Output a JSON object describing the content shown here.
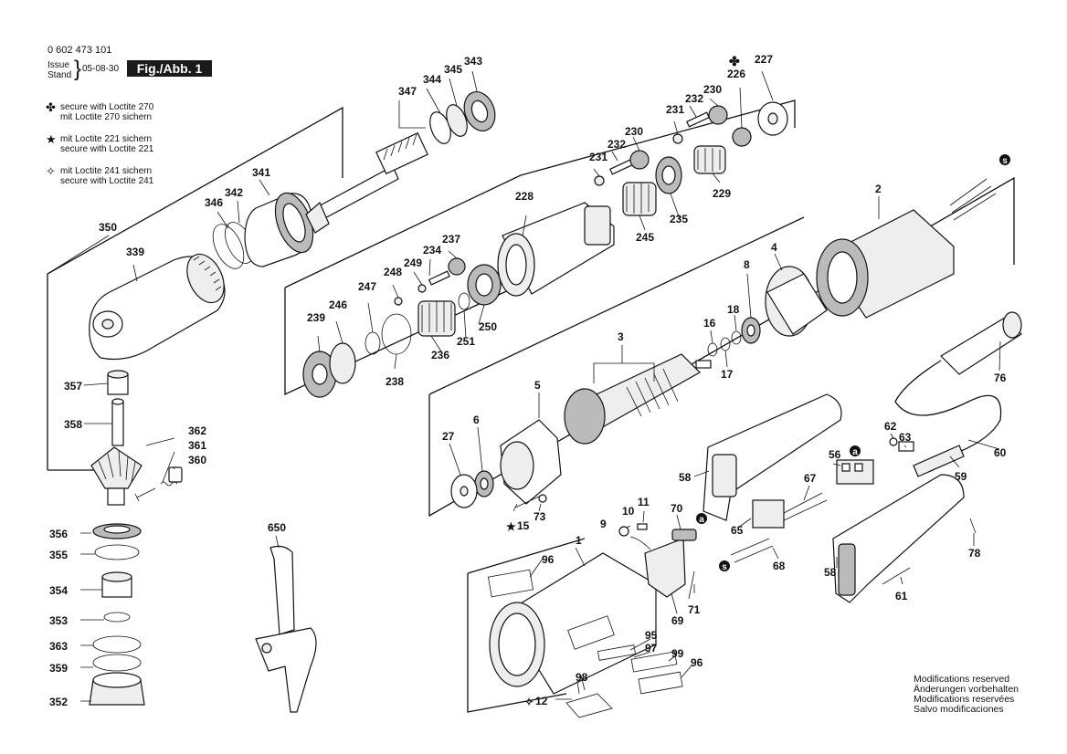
{
  "header": {
    "doc_number": "0 602 473 101",
    "issue_label": "Issue",
    "stand_label": "Stand",
    "issue_date": "05-08-30",
    "figure_label": "Fig./Abb. 1"
  },
  "legend": [
    {
      "icon": "clover-icon",
      "symbol": "✤",
      "line1": "secure with Loctite 270",
      "line2": "mit Loctite 270 sichern"
    },
    {
      "icon": "star-icon",
      "symbol": "★",
      "line1": "mit Loctite 221 sichern",
      "line2": "secure with Loctite 221"
    },
    {
      "icon": "outline-star-icon",
      "symbol": "✧",
      "line1": "mit Loctite 241 sichern",
      "line2": "secure with Loctite 241"
    }
  ],
  "modifications": [
    "Modifications reserved",
    "Änderungen vorbehalten",
    "Modifications reservées",
    "Salvo modificaciones"
  ],
  "part_numbers": {
    "p350": "350",
    "p339": "339",
    "p346": "346",
    "p342": "342",
    "p341": "341",
    "p347": "347",
    "p344": "344",
    "p345": "345",
    "p343": "343",
    "p357": "357",
    "p358": "358",
    "p362": "362",
    "p361": "361",
    "p360": "360",
    "p356": "356",
    "p355": "355",
    "p354": "354",
    "p353": "353",
    "p363": "363",
    "p359": "359",
    "p352": "352",
    "p650": "650",
    "p239": "239",
    "p246": "246",
    "p247": "247",
    "p248": "248",
    "p249": "249",
    "p234": "234",
    "p237": "237",
    "p236": "236",
    "p251": "251",
    "p250": "250",
    "p238": "238",
    "p228": "228",
    "p231a": "231",
    "p232a": "232",
    "p230a": "230",
    "p245": "245",
    "p235": "235",
    "p231b": "231",
    "p232b": "232",
    "p230b": "230",
    "p226": "226",
    "p227": "227",
    "p229": "229",
    "p2": "2",
    "p4": "4",
    "p8": "8",
    "p18": "18",
    "p16": "16",
    "p17": "17",
    "p3": "3",
    "p5": "5",
    "p6": "6",
    "p27": "27",
    "p15": "15",
    "p73": "73",
    "p76": "76",
    "p62": "62",
    "p63": "63",
    "p60": "60",
    "p56": "56",
    "p59": "59",
    "p58a": "58",
    "p67": "67",
    "p65": "65",
    "p68": "68",
    "p78": "78",
    "p58b": "58",
    "p61": "61",
    "p9": "9",
    "p10": "10",
    "p11": "11",
    "p70": "70",
    "p1": "1",
    "p96a": "96",
    "p71": "71",
    "p69": "69",
    "p95": "95",
    "p97": "97",
    "p99": "99",
    "p96b": "96",
    "p98": "98",
    "p12": "12"
  },
  "callouts": {
    "s": "s",
    "a": "a"
  }
}
